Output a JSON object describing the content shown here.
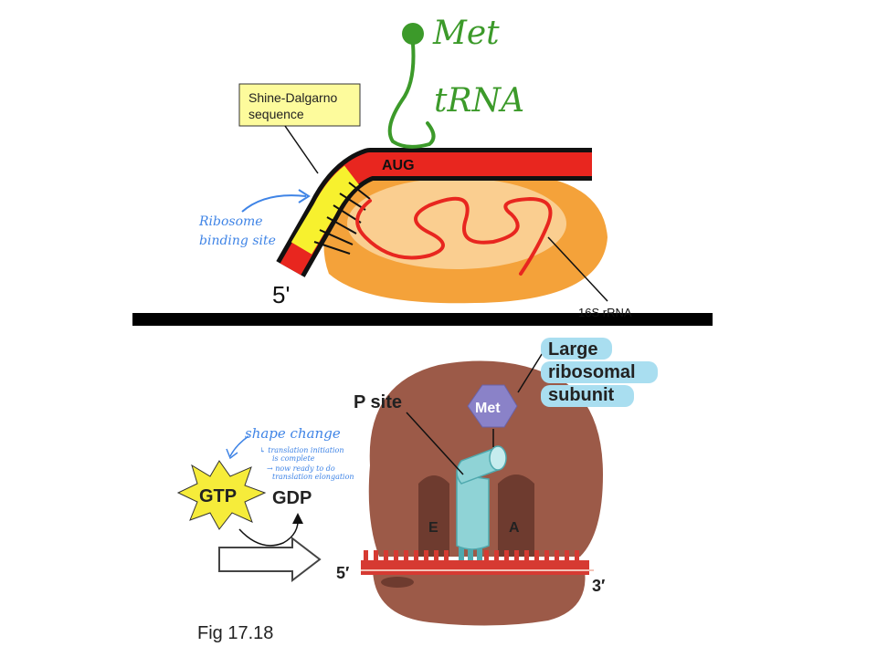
{
  "top_panel": {
    "callout_line1": "Shine-Dalgarno",
    "callout_line2": "sequence",
    "codon": "AUG",
    "five_prime": "5'",
    "rrna_label": "16S rRNA",
    "met_label": "Met",
    "trna_label": "tRNA",
    "rbs_line1": "Ribosome",
    "rbs_line2": "binding site",
    "colors": {
      "mrna": "#e8261f",
      "sd": "#f7f12e",
      "callout_bg": "#fdfb9c",
      "ribosome": "#f4a23a",
      "handwriting_green": "#3c9a2a",
      "handwriting_blue": "#3f84e6"
    }
  },
  "bottom_panel": {
    "large_line1": "Large",
    "large_line2": "ribosomal",
    "large_line3": "subunit",
    "p_site": "P site",
    "met": "Met",
    "e_site": "E",
    "a_site": "A",
    "gtp": "GTP",
    "gdp": "GDP",
    "five_prime": "5′",
    "three_prime": "3′",
    "fig_label": "Fig 17.18",
    "shape_change": "shape change",
    "note1": "↳ translation initiation",
    "note2": "is complete",
    "note3": "→ now ready to do",
    "note4": "translation elongation",
    "colors": {
      "ribosome": "#9c5a48",
      "trna": "#8fd3d6",
      "met": "#8a82c8",
      "highlight": "#a9def0",
      "mrna": "#d63a32"
    }
  }
}
